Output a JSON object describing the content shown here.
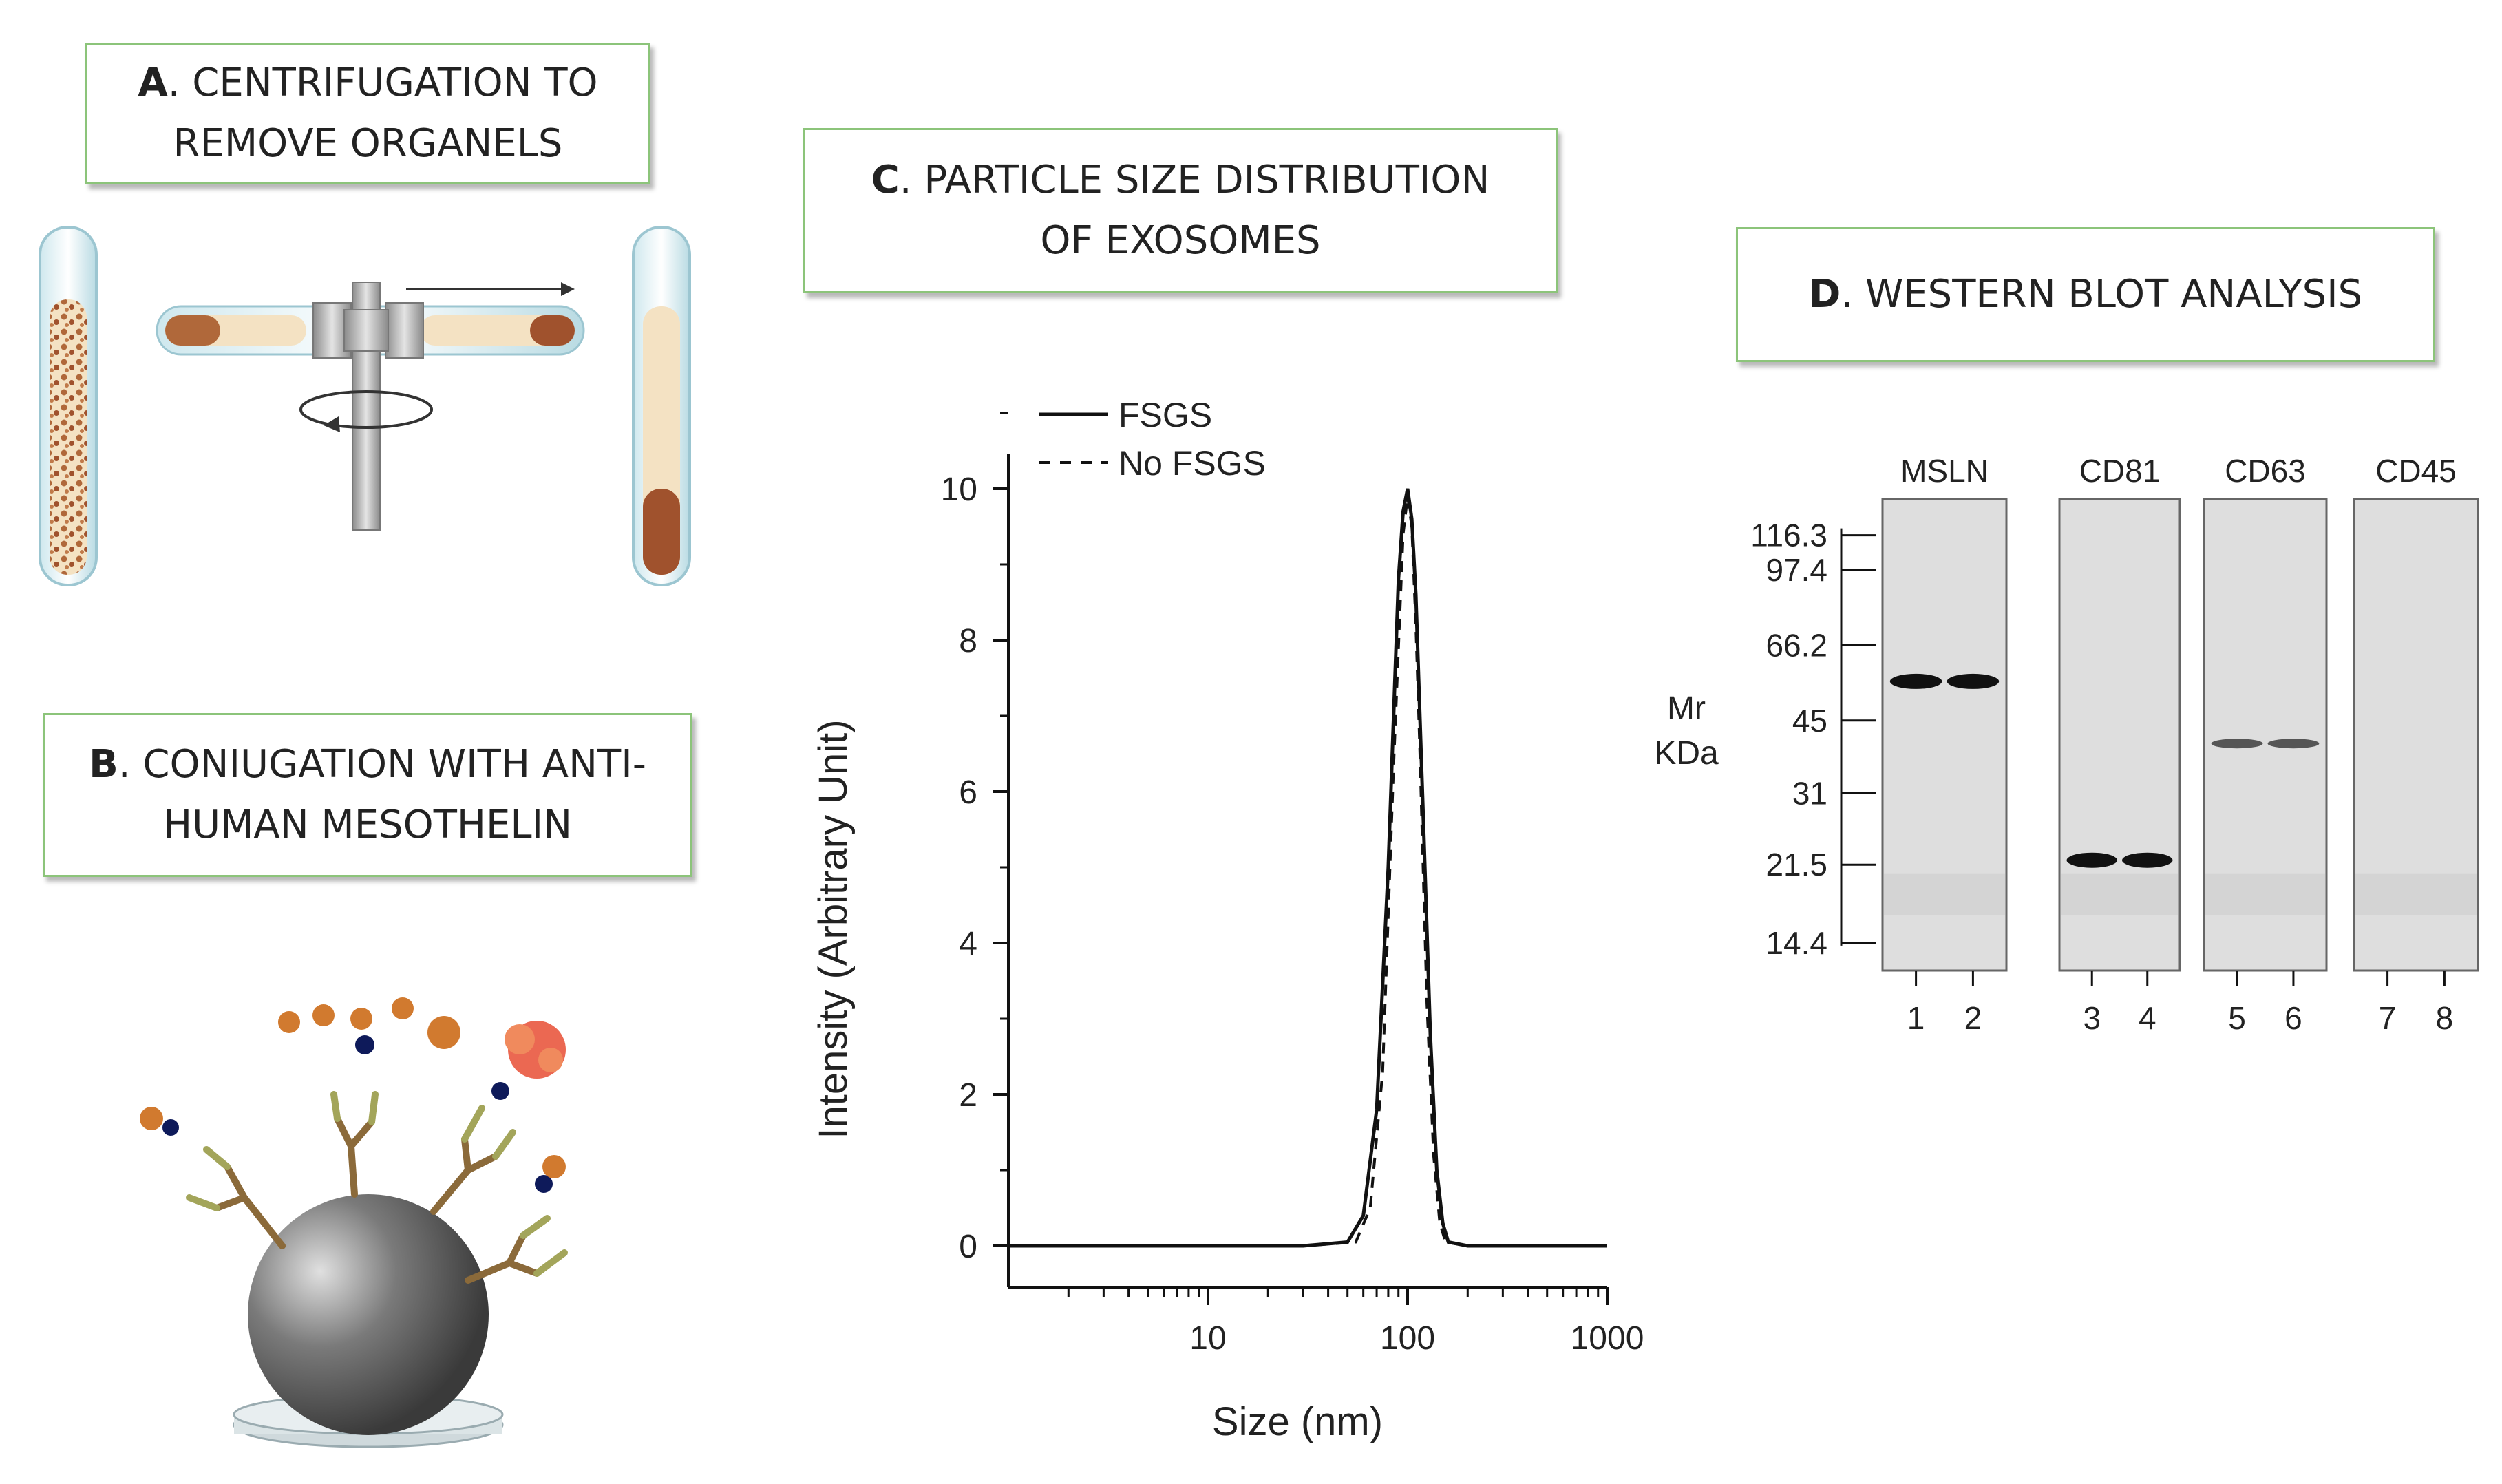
{
  "panels": {
    "a": {
      "letter": "A",
      "line1": ". CENTRIFUGATION TO",
      "line2": "REMOVE ORGANELS"
    },
    "b": {
      "letter": "B",
      "line1": ". CONIUGATION WITH ANTI-",
      "line2": "HUMAN MESOTHELIN"
    },
    "c": {
      "letter": "C",
      "line1": ". PARTICLE SIZE DISTRIBUTION",
      "line2": "OF EXOSOMES"
    },
    "d": {
      "letter": "D",
      "line1": ". WESTERN BLOT ANALYSIS"
    }
  },
  "chart_data": {
    "type": "line",
    "xlabel": "Size (nm)",
    "ylabel": "Intensity (Arbitrary Unit)",
    "x_scale": "log",
    "xlim": [
      1,
      1000
    ],
    "ylim": [
      0,
      11
    ],
    "xticks": [
      "10",
      "100",
      "1000"
    ],
    "yticks": [
      "0",
      "2",
      "4",
      "6",
      "8",
      "10"
    ],
    "legend_position": "top-left",
    "series": [
      {
        "name": "FSGS",
        "style": "solid",
        "x": [
          1,
          30,
          50,
          60,
          70,
          80,
          90,
          95,
          100,
          105,
          110,
          120,
          130,
          140,
          150,
          160,
          200,
          1000
        ],
        "y": [
          0,
          0,
          0.05,
          0.4,
          1.8,
          5.0,
          8.8,
          9.7,
          10.0,
          9.6,
          8.6,
          5.6,
          2.8,
          1.0,
          0.3,
          0.05,
          0,
          0
        ]
      },
      {
        "name": "No FSGS",
        "style": "dashed",
        "x": [
          1,
          30,
          55,
          65,
          75,
          85,
          95,
          100,
          105,
          110,
          115,
          125,
          135,
          145,
          155,
          200,
          1000
        ],
        "y": [
          0,
          0,
          0.05,
          0.5,
          2.3,
          6.3,
          9.4,
          9.9,
          9.5,
          8.2,
          6.6,
          3.2,
          1.2,
          0.3,
          0.05,
          0,
          0
        ]
      }
    ]
  },
  "western_blot": {
    "mr_label_1": "Mr",
    "mr_label_2": "KDa",
    "markers": [
      "116.3",
      "97.4",
      "66.2",
      "45",
      "31",
      "21.5",
      "14.4"
    ],
    "blots": [
      {
        "label": "MSLN",
        "lanes": [
          "1",
          "2"
        ],
        "band_kda": 55,
        "band_intensity": "strong"
      },
      {
        "label": "CD81",
        "lanes": [
          "3",
          "4"
        ],
        "band_kda": 22,
        "band_intensity": "strong"
      },
      {
        "label": "CD63",
        "lanes": [
          "5",
          "6"
        ],
        "band_kda": 40,
        "band_intensity": "weak"
      },
      {
        "label": "CD45",
        "lanes": [
          "7",
          "8"
        ],
        "band_kda": null,
        "band_intensity": "none"
      }
    ]
  },
  "colors": {
    "box_border": "#8cc47a",
    "pellet": "#a0522d",
    "tube_fill": "#f4e2c3",
    "antibody": "#8b6a3a",
    "antibody_light": "#a3a55a",
    "bead": "#555555",
    "antigen": "#d17a2f",
    "target": "#e84d34",
    "blot_bg": "#dedede"
  }
}
